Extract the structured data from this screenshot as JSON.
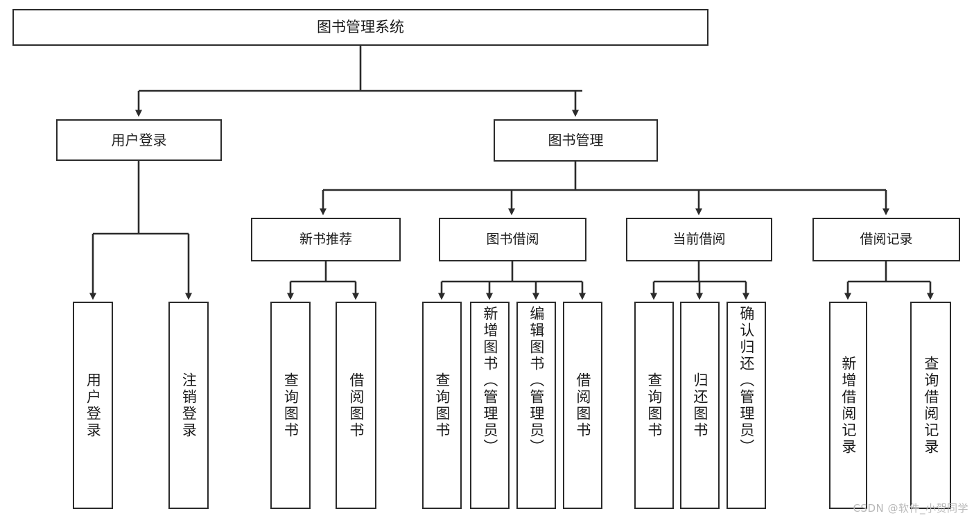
{
  "diagram": {
    "title": "图书管理系统",
    "type": "tree-hierarchy",
    "watermark": "CSDN @软件_小贺同学",
    "nodes": {
      "root": {
        "label": "图书管理系统"
      },
      "login": {
        "label": "用户登录"
      },
      "bookmgmt": {
        "label": "图书管理"
      },
      "newbook": {
        "label": "新书推荐"
      },
      "borrow": {
        "label": "图书借阅"
      },
      "current": {
        "label": "当前借阅"
      },
      "records": {
        "label": "借阅记录"
      },
      "l_login": {
        "label": "用户登录"
      },
      "l_logout": {
        "label": "注销登录"
      },
      "n_query": {
        "label": "查询图书"
      },
      "n_borrow": {
        "label": "借阅图书"
      },
      "b_query": {
        "label": "查询图书"
      },
      "b_add": {
        "label": "新增图书（管理员）"
      },
      "b_edit": {
        "label": "编辑图书（管理员）"
      },
      "b_borrow": {
        "label": "借阅图书"
      },
      "c_query": {
        "label": "查询图书"
      },
      "c_return": {
        "label": "归还图书"
      },
      "c_confirm": {
        "label": "确认归还（管理员）"
      },
      "r_add": {
        "label": "新增借阅记录"
      },
      "r_query": {
        "label": "查询借阅记录"
      }
    },
    "colors": {
      "stroke": "#2b2b2b",
      "fill": "#ffffff",
      "text": "#1b1b1b",
      "watermark": "#b8b8b8"
    }
  }
}
